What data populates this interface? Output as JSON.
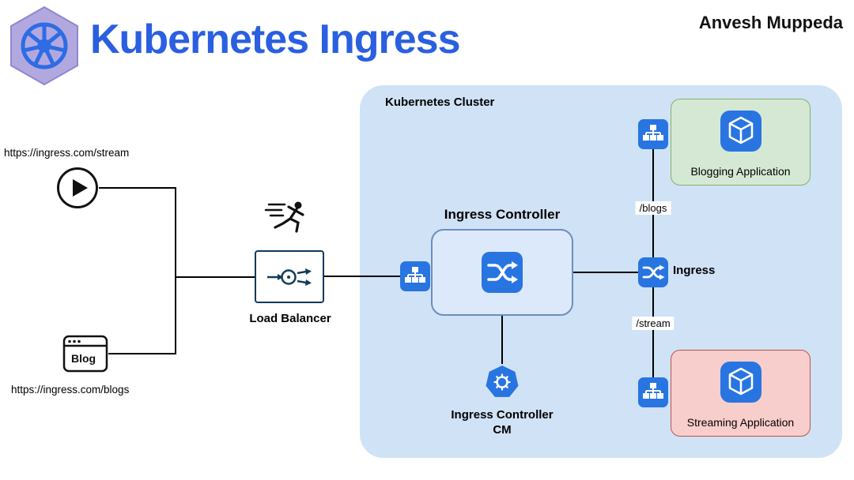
{
  "header": {
    "title": "Kubernetes Ingress",
    "author": "Anvesh Muppeda"
  },
  "urls": {
    "stream": "https://ingress.com/stream",
    "blogs": "https://ingress.com/blogs"
  },
  "labels": {
    "cluster": "Kubernetes Cluster",
    "load_balancer": "Load Balancer",
    "ingress_controller": "Ingress Controller",
    "ingress_controller_cm_line1": "Ingress Controller",
    "ingress_controller_cm_line2": "CM",
    "ingress": "Ingress",
    "blogging_app": "Blogging Application",
    "streaming_app": "Streaming Application",
    "blog_window": "Blog",
    "path_blogs": "/blogs",
    "path_stream": "/stream"
  },
  "icons": {
    "kubernetes_logo": "k8s-helm-wheel-on-hexagon",
    "play": "play-circle",
    "blog_window": "browser-window",
    "runner": "running-person",
    "load_balancer": "arrow-circle-split-arrows",
    "service": "k8s-service-sitemap-square",
    "ingress": "k8s-ingress-crossing-arrows",
    "configmap": "k8s-configmap-heptagon-gear",
    "app_pod": "k8s-cube-square"
  },
  "colors": {
    "title_blue": "#2a5fe0",
    "cluster_bg": "#d0e2f6",
    "k8s_icon_blue": "#2875e2",
    "logo_hexagon_purple": "#b2a8e0",
    "green_fill": "#d5e8d4",
    "green_border": "#82b366",
    "red_fill": "#f8cecc",
    "red_border": "#b85450",
    "controller_fill": "#dce9fb",
    "controller_border": "#6c8ebf",
    "load_balancer_border": "#0e3a5c",
    "line_black": "#000000"
  }
}
